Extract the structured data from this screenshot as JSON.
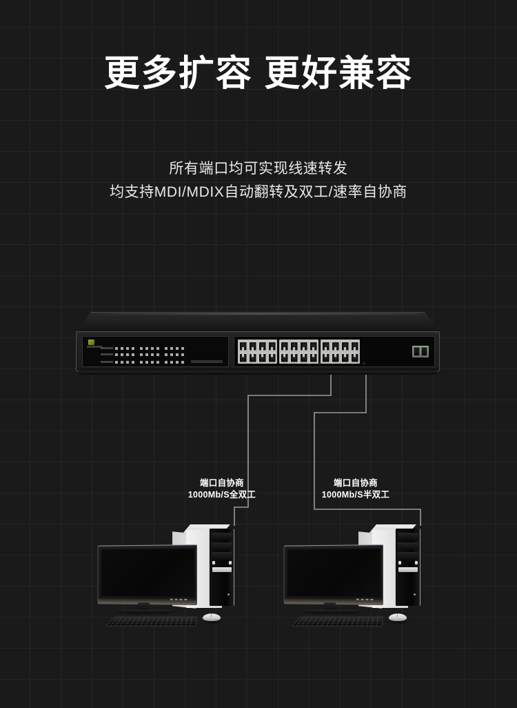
{
  "page": {
    "background_color": "#1a1a1a",
    "grid_color": "#262626",
    "text_color": "#ffffff"
  },
  "headline": "更多扩容 更好兼容",
  "subtitle": {
    "line1": "所有端口均可实现线速转发",
    "line2": "均支持MDI/MDIX自动翻转及双工/速率自协商"
  },
  "device": {
    "name": "24-port gigabit switch",
    "rj45_port_count": 24,
    "rj45_groups": 3,
    "ports_per_group": 8,
    "sfp_slot_count": 2,
    "port_numbers_top": [
      "2",
      "4",
      "6",
      "8",
      "10",
      "12",
      "14",
      "16",
      "18",
      "20",
      "22",
      "24"
    ],
    "port_numbers_bottom": [
      "1",
      "3",
      "5",
      "7",
      "9",
      "11",
      "13",
      "15",
      "17",
      "19",
      "21",
      "23"
    ],
    "led_row_count": 4,
    "chassis_color": "#1c1c1c",
    "port_metal_color": "#c3c3bd"
  },
  "callouts": [
    {
      "id": "left",
      "line1": "端口自协商",
      "line2": "1000Mb/S全双工"
    },
    {
      "id": "right",
      "line1": "端口自协商",
      "line2": "1000Mb/S半双工"
    }
  ],
  "computers": [
    {
      "id": "left",
      "label": "desktop computer"
    },
    {
      "id": "right",
      "label": "desktop computer"
    }
  ],
  "wires": {
    "color": "#9a9a9a",
    "endpoint_dot_color": "#a8a8a8"
  }
}
